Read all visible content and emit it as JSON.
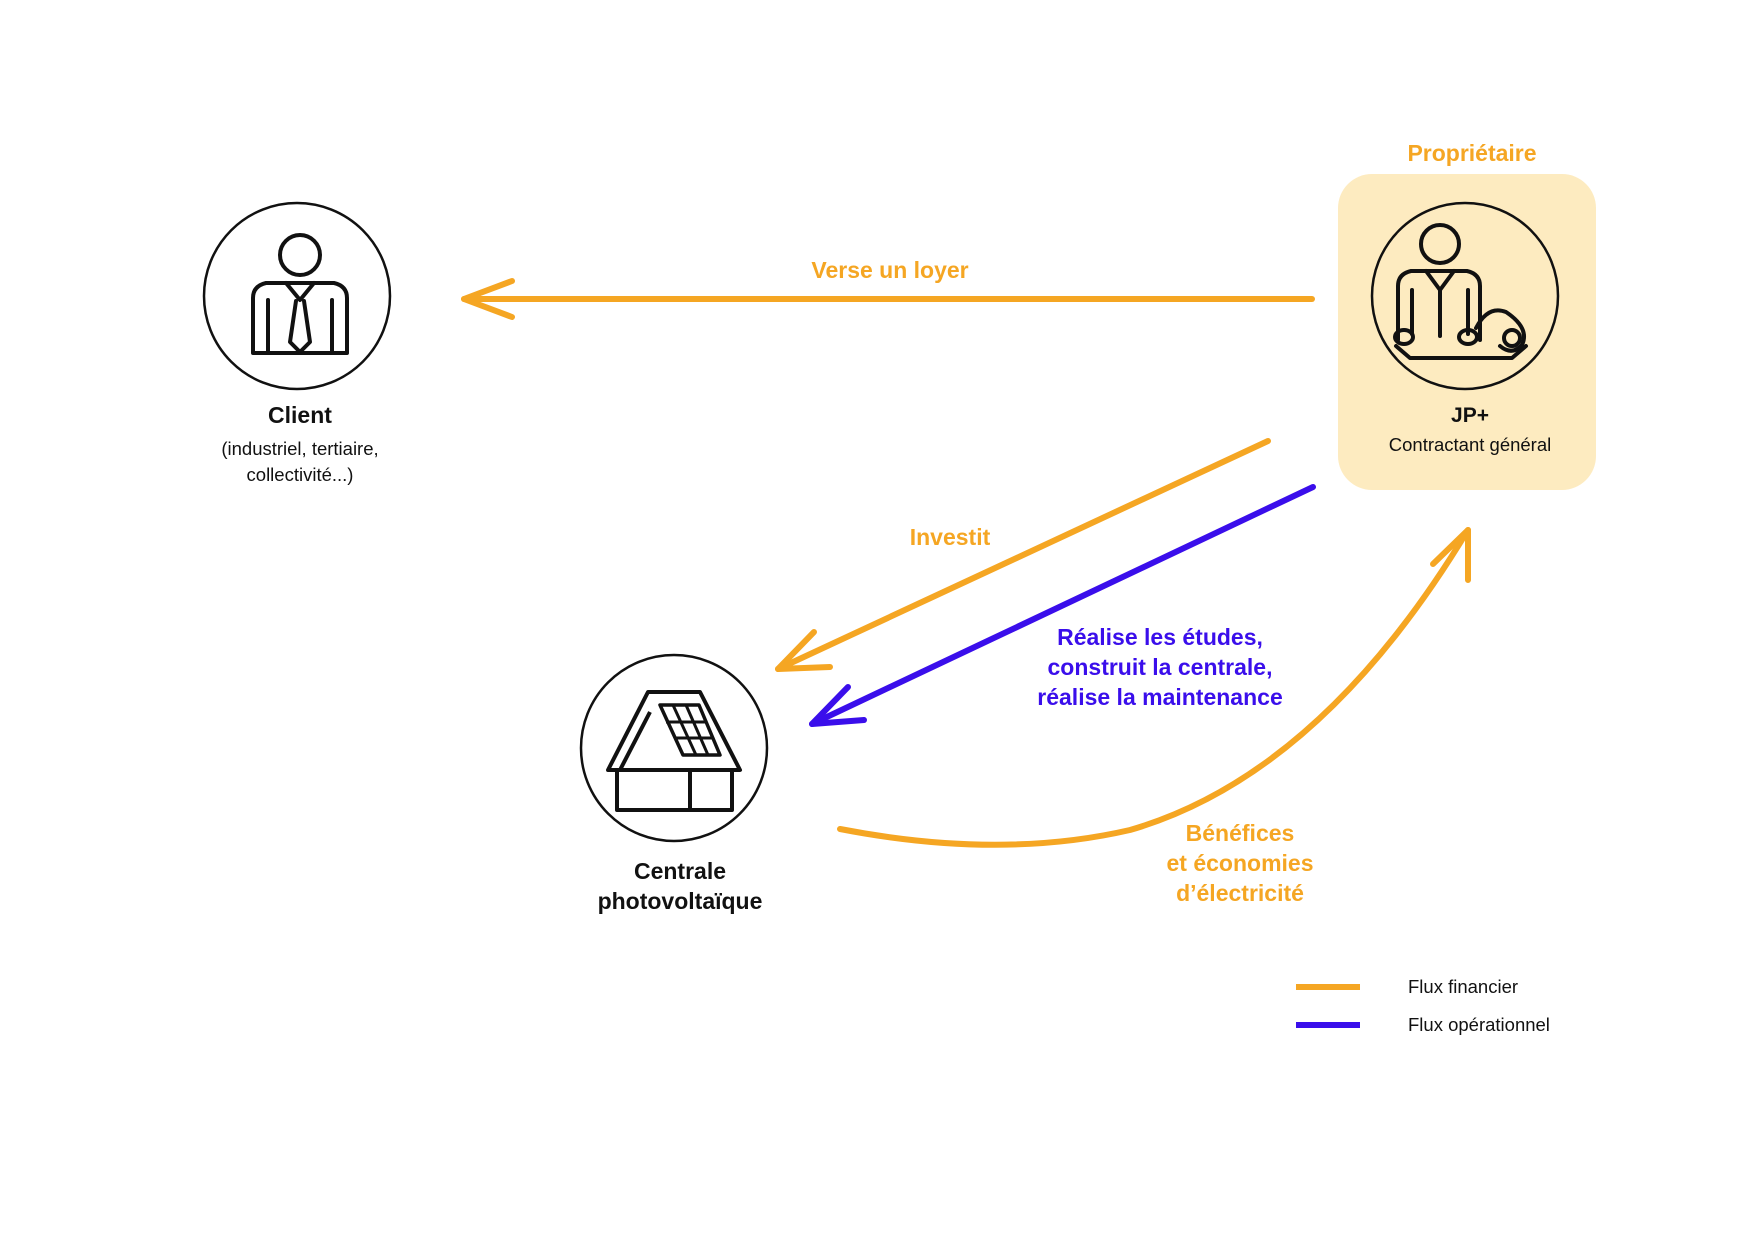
{
  "colors": {
    "financial": "#F5A623",
    "operational": "#3A0EEB",
    "owner_panel": "#FDEBC0"
  },
  "client": {
    "name": "Client",
    "description": "(industriel, tertiaire,\ncollectivité...)"
  },
  "owner": {
    "role": "Propriétaire",
    "name": "JP+",
    "description": "Contractant général"
  },
  "plant": {
    "name": "Centrale\nphotovoltaïque"
  },
  "flows": {
    "rent": "Verse un loyer",
    "invest": "Investit",
    "operations": "Réalise les études,\nconstruit la centrale,\nréalise la maintenance",
    "benefits": "Bénéfices\net économies\nd’électricité"
  },
  "legend": {
    "financial": "Flux financier",
    "operational": "Flux opérationnel"
  }
}
